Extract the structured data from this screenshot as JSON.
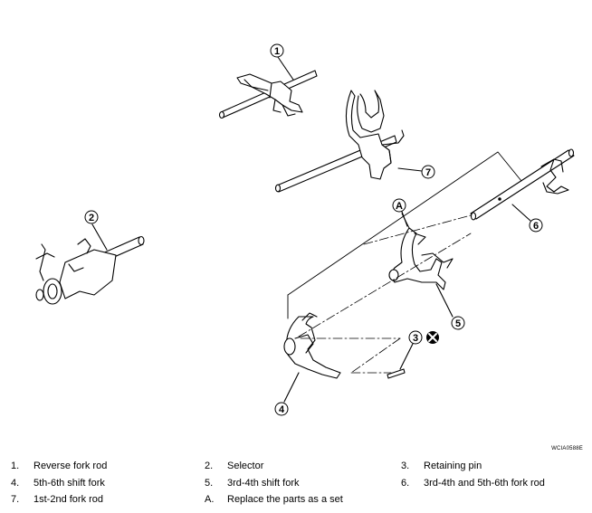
{
  "diagram": {
    "callouts": {
      "c1": "1",
      "c2": "2",
      "c3": "3",
      "c4": "4",
      "c5": "5",
      "c6": "6",
      "c7": "7",
      "cA": "A"
    },
    "figure_code": "WCIA0588E"
  },
  "legend": {
    "items": [
      {
        "num": "1.",
        "text": "Reverse fork rod"
      },
      {
        "num": "2.",
        "text": "Selector"
      },
      {
        "num": "3.",
        "text": "Retaining pin"
      },
      {
        "num": "4.",
        "text": "5th-6th shift fork"
      },
      {
        "num": "5.",
        "text": "3rd-4th shift fork"
      },
      {
        "num": "6.",
        "text": "3rd-4th and 5th-6th fork rod"
      },
      {
        "num": "7.",
        "text": "1st-2nd fork rod"
      },
      {
        "num": "A.",
        "text": "Replace the parts as a set"
      }
    ]
  }
}
